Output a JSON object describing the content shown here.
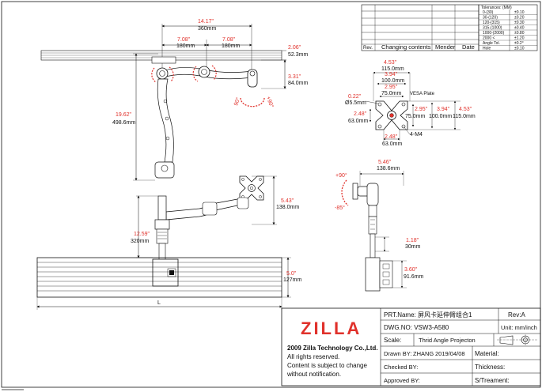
{
  "colors": {
    "accent": "#e0312b",
    "line": "#111111"
  },
  "top_view": {
    "dims": {
      "overall_in": "14.17\"",
      "overall_mm": "360mm",
      "left_in": "7.08\"",
      "left_mm": "180mm",
      "right_in": "7.08\"",
      "right_mm": "180mm",
      "right_h_in": "2.06\"",
      "right_h_mm": "52.3mm",
      "drop_in": "3.31\"",
      "drop_mm": "84.0mm",
      "height_in": "19.62\"",
      "height_mm": "498.6mm"
    },
    "rot_left": "90°",
    "rot_right": "+90°"
  },
  "vesa": {
    "label": "VESA Plate",
    "dims": {
      "w115_in": "4.53\"",
      "w115_mm": "115.0mm",
      "w100_in": "3.94\"",
      "w100_mm": "100.0mm",
      "w75_in": "2.95\"",
      "w75_mm": "75.0mm",
      "hole_in": "0.22\"",
      "hole_mm": "Ø5.5mm",
      "h63_in": "2.48\"",
      "h63_mm": "63.0mm",
      "r75_in": "2.95\"",
      "r75_mm": "75.0mm",
      "r100_in": "3.94\"",
      "r100_mm": "100.0mm",
      "r115_in": "4.53\"",
      "r115_mm": "115.0mm",
      "b63_in": "2.48\"",
      "b63_mm": "63.0mm",
      "screw": "4-M4"
    }
  },
  "side_view": {
    "dims": {
      "depth_in": "5.46\"",
      "depth_mm": "138.6mm",
      "reach_in": "1.18\"",
      "reach_mm": "30mm",
      "clamp_in": "3.60\"",
      "clamp_mm": "91.6mm"
    },
    "tilt_up": "+90°",
    "tilt_down": "-85°"
  },
  "front_view": {
    "dims": {
      "arm_in": "5.43\"",
      "arm_mm": "138.0mm",
      "pole_in": "12.59\"",
      "pole_mm": "320mm",
      "base_in": "5.0\"",
      "base_mm": "127mm"
    },
    "length_label": "L"
  },
  "revision_table": {
    "headers": [
      "Rev.",
      "Changing contents",
      "Mender",
      "Date"
    ]
  },
  "tolerances": {
    "title": "Tolerances: (MM)",
    "rows": [
      [
        "0-(30)",
        "±0.10"
      ],
      [
        "30-(120)",
        "±0.20"
      ],
      [
        "120-(315)",
        "±0.30"
      ],
      [
        "315-(1000)",
        "±0.40"
      ],
      [
        "1000-(2000)",
        "±0.80"
      ],
      [
        "2000 <",
        "±1.20"
      ],
      [
        "Angle Tol.",
        "±0.2°"
      ],
      [
        "Hole",
        "±0.10"
      ]
    ]
  },
  "title_block": {
    "logo": "ZILLA",
    "prt_name": "PRT.Name: 屏风卡延伸臂组合1",
    "rev": "Rev:A",
    "dwg_no": "DWG.NO: VSW3-A580",
    "unit": "Unit: mm/inch",
    "scale": "Scale:",
    "projection": "Thrid Angle Projecton",
    "company": "2009 Zilla Technology Co.,Ltd.",
    "rights": "All rights reserved.",
    "notice1": "Content is subject to change",
    "notice2": "without notification.",
    "drawn_label": "Drawn BY:",
    "drawn_by": "ZHANG",
    "drawn_date": "2019/04/08",
    "checked": "Checked BY:",
    "approved": "Approved BY:",
    "material": "Material:",
    "thickness": "Thickness:",
    "treatment": "S/Treament:"
  }
}
